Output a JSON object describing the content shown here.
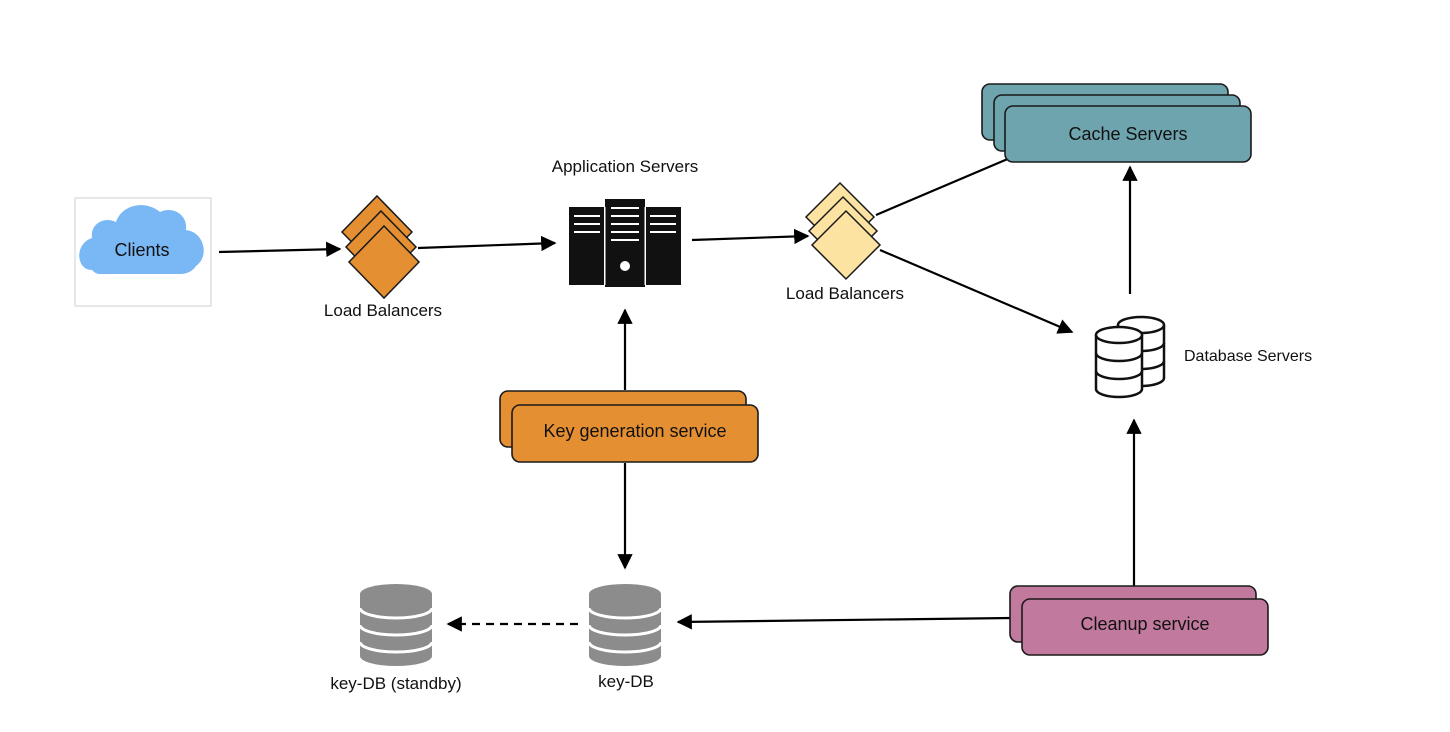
{
  "nodes": {
    "clients": {
      "label": "Clients"
    },
    "lb_left": {
      "label": "Load Balancers"
    },
    "app_servers": {
      "label": "Application Servers"
    },
    "lb_right": {
      "label": "Load Balancers"
    },
    "cache_servers": {
      "label": "Cache Servers"
    },
    "database_servers": {
      "label": "Database Servers"
    },
    "key_generation_service": {
      "label": "Key generation service"
    },
    "key_db": {
      "label": "key-DB"
    },
    "key_db_standby": {
      "label": "key-DB (standby)"
    },
    "cleanup_service": {
      "label": "Cleanup service"
    }
  },
  "colors": {
    "cloud": "#7ab7f5",
    "lb_left": "#e58f33",
    "lb_right": "#fde3a1",
    "cache": "#6ea4ad",
    "keygen": "#e58f33",
    "cleanup": "#c2799e",
    "db_gray": "#8c8c8c",
    "server_black": "#111111"
  },
  "edges": [
    {
      "from": "clients",
      "to": "lb_left",
      "style": "solid"
    },
    {
      "from": "lb_left",
      "to": "app_servers",
      "style": "solid"
    },
    {
      "from": "app_servers",
      "to": "lb_right",
      "style": "solid"
    },
    {
      "from": "lb_right",
      "to": "cache_servers",
      "style": "line"
    },
    {
      "from": "lb_right",
      "to": "database_servers",
      "style": "solid"
    },
    {
      "from": "database_servers",
      "to": "cache_servers",
      "style": "solid"
    },
    {
      "from": "key_generation_service",
      "to": "app_servers",
      "style": "solid"
    },
    {
      "from": "key_generation_service",
      "to": "key_db",
      "style": "solid"
    },
    {
      "from": "key_db",
      "to": "key_db_standby",
      "style": "dashed"
    },
    {
      "from": "cleanup_service",
      "to": "key_db",
      "style": "solid"
    },
    {
      "from": "cleanup_service",
      "to": "database_servers",
      "style": "solid"
    }
  ]
}
